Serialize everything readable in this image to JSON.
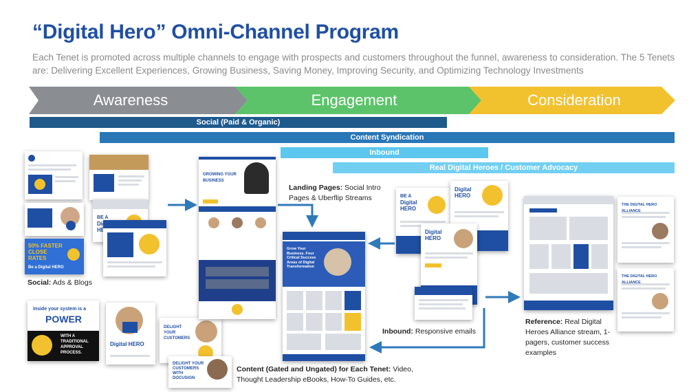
{
  "header": {
    "title": "“Digital Hero” Omni-Channel Program",
    "subtitle": "Each Tenet is promoted across multiple channels to engage with prospects and customers throughout the funnel, awareness to consideration. The 5 Tenets are: Delivering Excellent Experiences, Growing Business, Saving Money, Improving Security, and Optimizing Technology Investments"
  },
  "funnel": {
    "stages": [
      {
        "label": "Awareness",
        "color": "#8a8d92"
      },
      {
        "label": "Engagement",
        "color": "#5cc36a"
      },
      {
        "label": "Consideration",
        "color": "#f2c12e"
      }
    ]
  },
  "channels": [
    {
      "label": "Social (Paid & Organic)",
      "color": "#1e5a8c"
    },
    {
      "label": "Content Syndication",
      "color": "#2a77b8"
    },
    {
      "label": "Inbound",
      "color": "#5cc7ef"
    },
    {
      "label": "Real Digital Heroes / Customer Advocacy",
      "color": "#72cff2"
    }
  ],
  "captions": {
    "social_label": "Social:",
    "social_text": " Ads & Blogs",
    "landing_label": "Landing Pages:",
    "landing_text": " Social Intro Pages & Uberflip Streams",
    "inbound_label": "Inbound:",
    "inbound_text": " Responsive emails",
    "content_label": "Content (Gated and Ungated) for Each Tenet:",
    "content_text": " Video, Thought Leadership eBooks, How-To Guides, etc.",
    "reference_label": "Reference:",
    "reference_text": " Real Digital Heroes Alliance stream, 1-pagers, customer success examples"
  },
  "thumbnails": {
    "ad_faster": "50% FASTER CLOSE RATES",
    "ad_faster_sub": "Be a Digital HERO",
    "video_title_1": "Inside your system is a",
    "video_title_2": "POWER",
    "video_bubble": "WITH A TRADITIONAL APPROVAL PROCESS.",
    "ebook_be_a": "BE A",
    "ebook_digital_hero": "Digital HERO",
    "social_post_delight": "DELIGHT YOUR CUSTOMERS",
    "social_post_delight_2": "DELIGHT YOUR CUSTOMERS WITH DOCUSIGN",
    "landing_heading": "GROWING YOUR BUSINESS",
    "email_digital_hero": "Digital HERO",
    "alliance_title_1": "THE DIGITAL HERO ALLIANCE",
    "alliance_title_2": "THE DIGITAL HERO ALLIANCE",
    "stream_heading": "Grow Your Business. Four Critical Success Areas of Digital Transformation"
  },
  "colors": {
    "brand_blue": "#1f4fa3",
    "arrow_blue": "#2f7ab8",
    "yellow": "#f2c12e"
  }
}
